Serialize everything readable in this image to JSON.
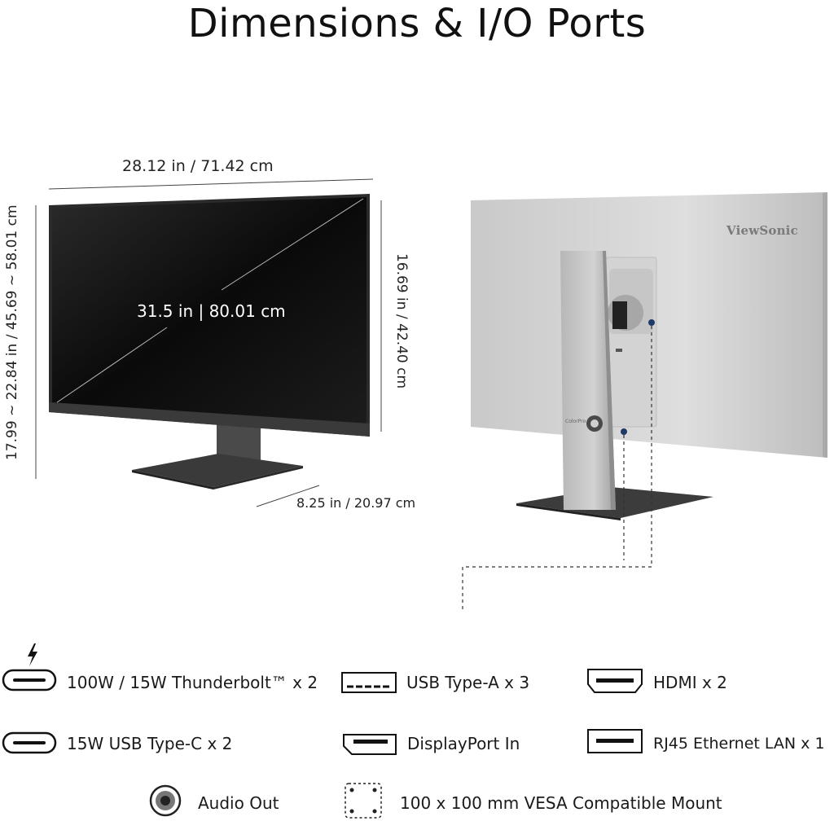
{
  "title": "Dimensions & I/O Ports",
  "dimensions": {
    "width": "28.12 in / 71.42 cm",
    "diagonal": "31.5 in | 80.01 cm",
    "total_height": "17.99 ~ 22.84 in / 45.69 ~ 58.01 cm",
    "panel_height": "16.69 in / 42.40 cm",
    "depth": "8.25 in / 20.97 cm"
  },
  "back_view": {
    "brand": "ViewSonic",
    "badge": "ColorPro"
  },
  "ports": [
    {
      "icon": "thunderbolt-usbc-icon",
      "label": "100W / 15W Thunderbolt™ x 2"
    },
    {
      "icon": "usb-a-icon",
      "label": "USB Type-A x 3"
    },
    {
      "icon": "hdmi-icon",
      "label": "HDMI x 2"
    },
    {
      "icon": "usb-c-icon",
      "label": "15W USB Type-C x 2"
    },
    {
      "icon": "displayport-icon",
      "label": "DisplayPort In"
    },
    {
      "icon": "rj45-icon",
      "label": "RJ45 Ethernet LAN x 1"
    },
    {
      "icon": "audio-jack-icon",
      "label": "Audio Out"
    },
    {
      "icon": "vesa-mount-icon",
      "label": "100 x 100 mm VESA Compatible Mount"
    }
  ]
}
